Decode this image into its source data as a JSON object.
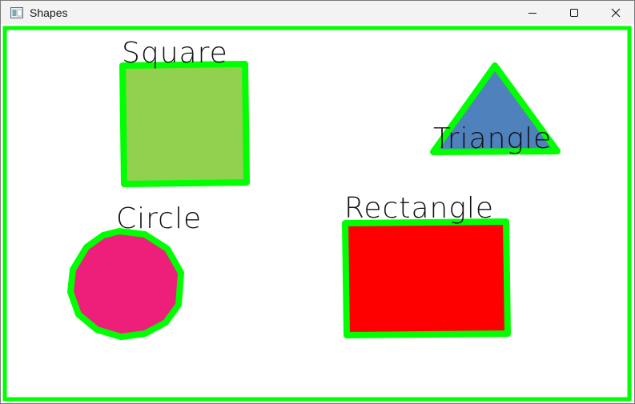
{
  "window": {
    "title": "Shapes",
    "icons": {
      "app": "app-window-icon",
      "minimize": "minimize-icon",
      "maximize": "maximize-icon",
      "close": "close-icon"
    }
  },
  "colors": {
    "outline": "#00ff00",
    "square_fill": "#92d050",
    "triangle_fill": "#4f81bd",
    "circle_fill": "#ee1f7a",
    "rectangle_fill": "#ff0000",
    "label": "#111111"
  },
  "shapes": {
    "square": {
      "label": "Square"
    },
    "triangle": {
      "label": "Triangle"
    },
    "circle": {
      "label": "Circle"
    },
    "rectangle": {
      "label": "Rectangle"
    }
  }
}
